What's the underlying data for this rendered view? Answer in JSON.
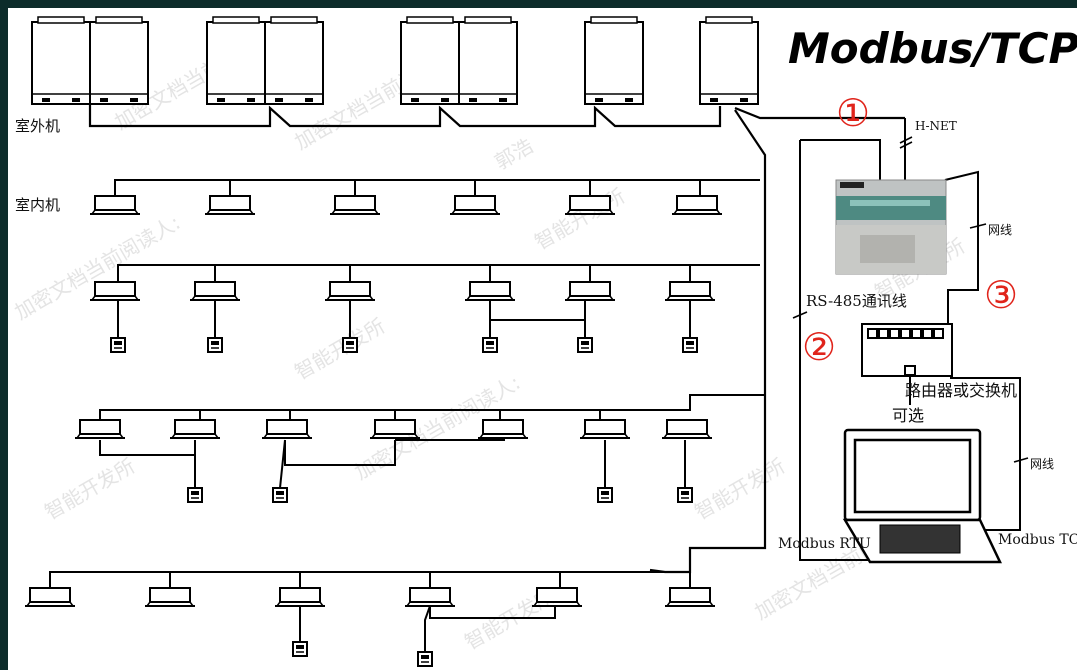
{
  "title": "Modbus/TCP",
  "labels": {
    "outdoor_unit": "室外机",
    "indoor_unit": "室内机",
    "hnet": "H-NET",
    "rs485": "RS-485通讯线",
    "network_cable_1": "网线",
    "network_cable_2": "网线",
    "router_switch": "路由器或交换机",
    "optional": "可选",
    "modbus_rtu": "Modbus RTU",
    "modbus_tcp": "Modbus TC"
  },
  "markers": [
    "①",
    "②",
    "③"
  ],
  "watermarks": [
    "加密文档当前阅读人:",
    "郭浩",
    "智能开发所"
  ],
  "colors": {
    "frame": "#0c2c2a",
    "line": "#000000",
    "marker": "#e0241b"
  }
}
